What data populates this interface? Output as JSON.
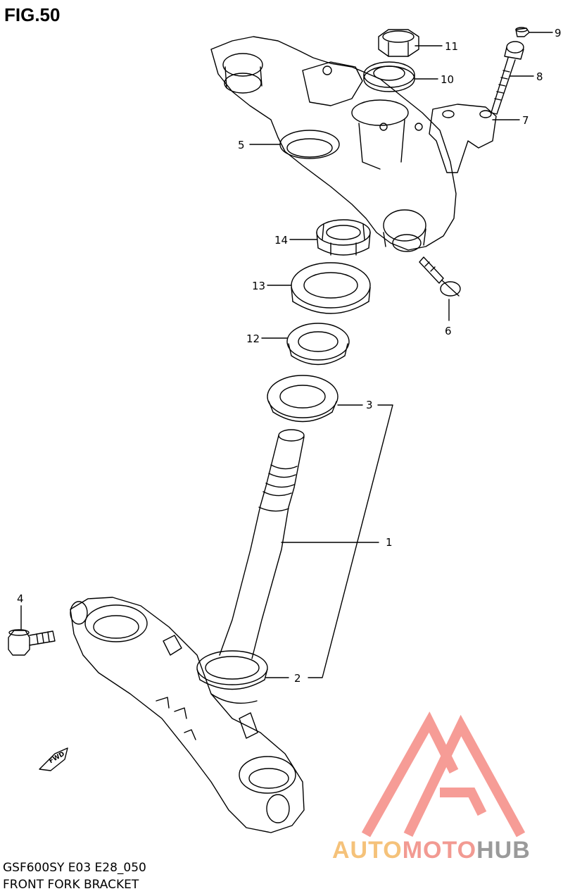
{
  "figure": {
    "title": "FIG.50"
  },
  "callouts": [
    {
      "id": "1",
      "label": "1"
    },
    {
      "id": "2",
      "label": "2"
    },
    {
      "id": "3",
      "label": "3"
    },
    {
      "id": "4",
      "label": "4"
    },
    {
      "id": "5",
      "label": "5"
    },
    {
      "id": "6",
      "label": "6"
    },
    {
      "id": "7",
      "label": "7"
    },
    {
      "id": "8",
      "label": "8"
    },
    {
      "id": "9",
      "label": "9"
    },
    {
      "id": "10",
      "label": "10"
    },
    {
      "id": "11",
      "label": "11"
    },
    {
      "id": "12",
      "label": "12"
    },
    {
      "id": "13",
      "label": "13"
    },
    {
      "id": "14",
      "label": "14"
    }
  ],
  "direction_marker": {
    "label": "FWD"
  },
  "footer": {
    "model_code": "GSF600SY E03 E28_050",
    "part_name": "FRONT FORK BRACKET"
  },
  "watermark": {
    "word_a": "AUTO",
    "word_b": "MOTO",
    "word_c": "HUB",
    "colors": {
      "auto": "#f5c27a",
      "moto": "#f29a92",
      "hub": "#9a9a9a",
      "logo": "#f47b74"
    }
  }
}
